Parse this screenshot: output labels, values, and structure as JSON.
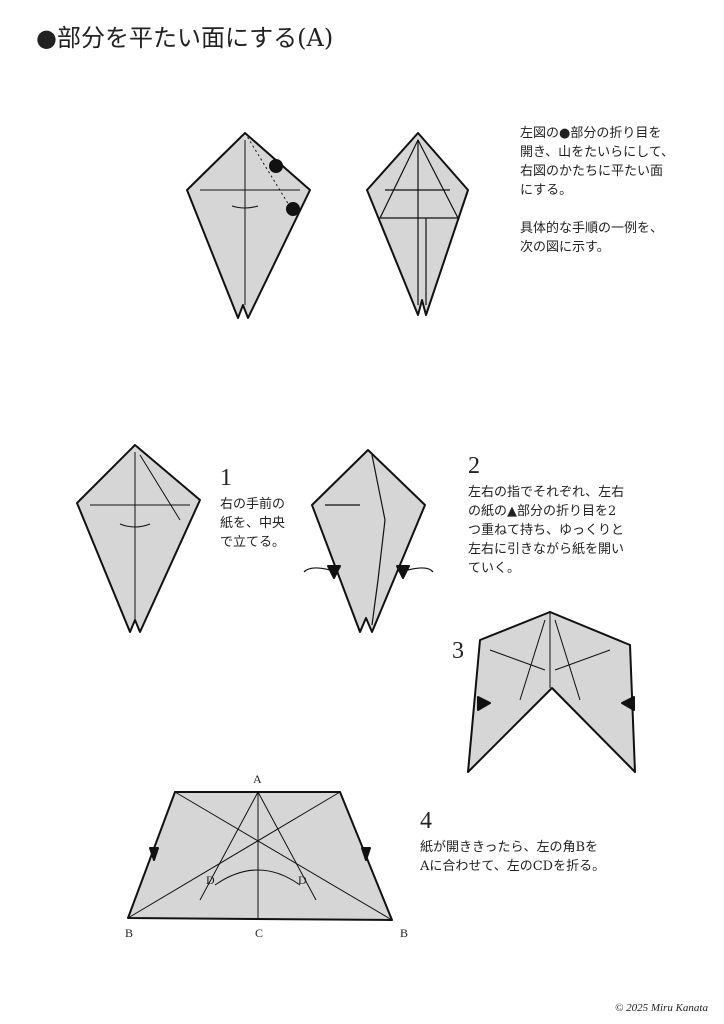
{
  "title": "●部分を平たい面にする(A)",
  "intro": {
    "lines": [
      "左図の●部分の折り目を",
      "開き、山をたいらにして、",
      "右図のかたちに平たい面",
      "にする。",
      "",
      "具体的な手順の一例を、",
      "次の図に示す。"
    ]
  },
  "steps": [
    {
      "number": "1",
      "lines": [
        "右の手前の",
        "紙を、中央",
        "で立てる。"
      ]
    },
    {
      "number": "2",
      "lines": [
        "左右の指でそれぞれ、左右",
        "の紙の▲部分の折り目を2",
        "つ重ねて持ち、ゆっくりと",
        "左右に引きながら紙を開い",
        "ていく。"
      ]
    },
    {
      "number": "3",
      "lines": []
    },
    {
      "number": "4",
      "lines": [
        "紙が開ききったら、左の角Bを",
        "Aに合わせて、左のCDを折る。"
      ]
    }
  ],
  "diagram_labels": {
    "a": "A",
    "b_left": "B",
    "c": "C",
    "b_right": "B",
    "d_left": "D",
    "d_right": "D"
  },
  "copyright": "© 2025 Miru Kanata",
  "colors": {
    "paper": "#d6d6d6",
    "ink": "#111111"
  }
}
